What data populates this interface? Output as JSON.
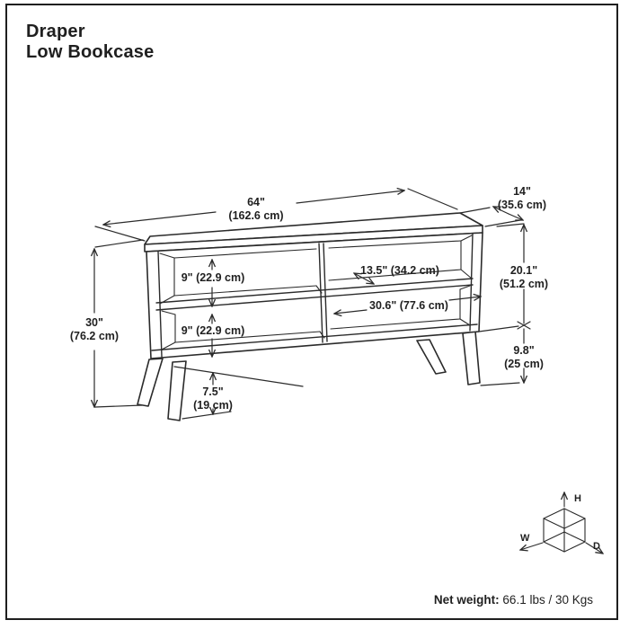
{
  "title": {
    "line1": "Draper",
    "line2": "Low Bookcase"
  },
  "dims": {
    "width_in": "64\"",
    "width_cm": "(162.6 cm)",
    "depth_in": "14\"",
    "depth_cm": "(35.6 cm)",
    "height_in": "30\"",
    "height_cm": "(76.2 cm)",
    "upper_section_in": "20.1\"",
    "upper_section_cm": "(51.2 cm)",
    "clearance_in": "9.8\"",
    "clearance_cm": "(25 cm)",
    "leg_in": "7.5\"",
    "leg_cm": "(19 cm)",
    "opening_upper": "9\" (22.9 cm)",
    "opening_lower": "9\" (22.9 cm)",
    "shelf_depth": "13.5\" (34.2 cm)",
    "opening_width": "30.6\" (77.6 cm)"
  },
  "axes": {
    "h": "H",
    "w": "W",
    "d": "D"
  },
  "footer": {
    "label": "Net weight:",
    "value": "66.1 lbs / 30 Kgs"
  },
  "colors": {
    "ink": "#1f1f1f",
    "line": "#2b2b2b"
  }
}
